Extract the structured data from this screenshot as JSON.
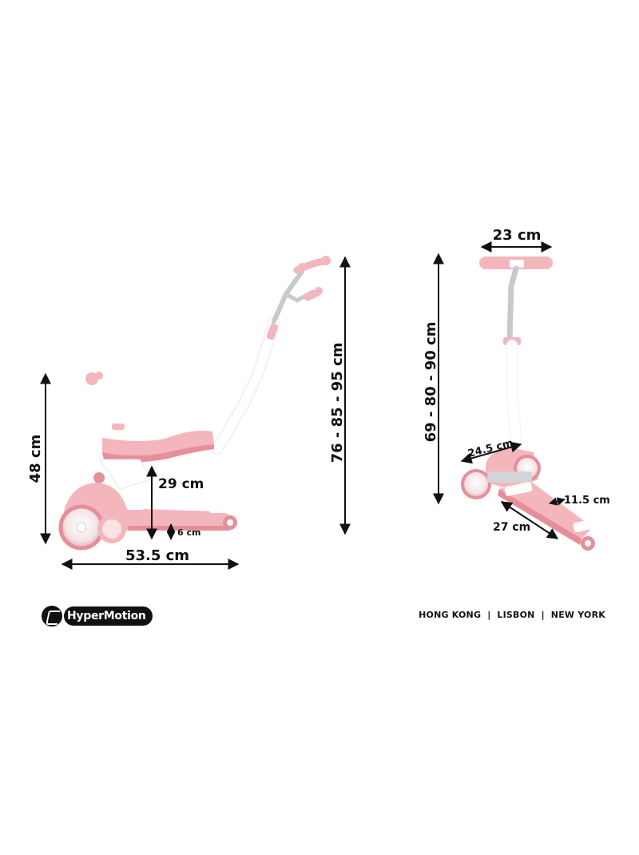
{
  "colors": {
    "pink": "#f4b6bd",
    "pink_dark": "#e58f9a",
    "white": "#ffffff",
    "chrome": "#c7c9cc",
    "ink": "#111111"
  },
  "left_view": {
    "height_total": "48 cm",
    "seat_height": "29 cm",
    "deck_height": "6 cm",
    "length": "53.5 cm",
    "handle_height": "76 - 85 - 95 cm"
  },
  "right_view": {
    "handlebar_width": "23 cm",
    "handle_height": "69 - 80 - 90 cm",
    "front_width": "24.5 cm",
    "deck_width": "11.5 cm",
    "deck_length": "27 cm"
  },
  "footer": {
    "brand": "HyperMotion",
    "cities": [
      "HONG KONG",
      "LISBON",
      "NEW YORK"
    ],
    "separator": "|"
  }
}
